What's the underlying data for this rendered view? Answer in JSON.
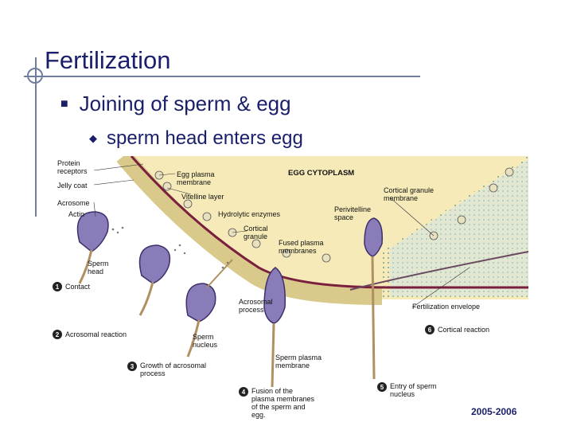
{
  "slide": {
    "title": "Fertilization",
    "bullet1": "Joining of sperm & egg",
    "bullet2": "sperm head enters egg",
    "footer": "2005-2006"
  },
  "diagram": {
    "labels": {
      "protein_receptors_1": "Protein",
      "protein_receptors_2": "receptors",
      "jelly_coat": "Jelly coat",
      "acrosome": "Acrosome",
      "actin": "Actin",
      "sperm_head_1": "Sperm",
      "sperm_head_2": "head",
      "egg_plasma_1": "Egg plasma",
      "egg_plasma_2": "membrane",
      "vitelline": "Vitelline layer",
      "hydrolytic": "Hydrolytic enzymes",
      "cortical_granule_1": "Cortical",
      "cortical_granule_2": "granule",
      "fused_1": "Fused plasma",
      "fused_2": "membranes",
      "egg_cytoplasm": "EGG CYTOPLASM",
      "cgm_1": "Cortical granule",
      "cgm_2": "membrane",
      "perivitelline_1": "Perivitelline",
      "perivitelline_2": "space",
      "acrosomal_process_1": "Acrosomal",
      "acrosomal_process_2": "process",
      "sperm_nucleus_1": "Sperm",
      "sperm_nucleus_2": "nucleus",
      "sperm_plasma_1": "Sperm plasma",
      "sperm_plasma_2": "membrane",
      "fert_env": "Fertilization envelope"
    },
    "steps": [
      {
        "num": "1",
        "lines": [
          "Contact"
        ]
      },
      {
        "num": "2",
        "lines": [
          "Acrosomal reaction"
        ]
      },
      {
        "num": "3",
        "lines": [
          "Growth of acrosomal",
          "process"
        ]
      },
      {
        "num": "4",
        "lines": [
          "Fusion of the",
          "plasma membranes",
          "of the sperm and",
          "egg."
        ]
      },
      {
        "num": "5",
        "lines": [
          "Entry of sperm",
          "nucleus"
        ]
      },
      {
        "num": "6",
        "lines": [
          "Cortical reaction"
        ]
      }
    ],
    "colors": {
      "cytoplasm": "#f6ebb8",
      "vitelline": "#efe3a6",
      "membrane": "#7a1f3d",
      "sperm_head": "#8a7cb8",
      "cortical_region": "#cfe3e6",
      "title_text": "#1a1f6b"
    }
  }
}
